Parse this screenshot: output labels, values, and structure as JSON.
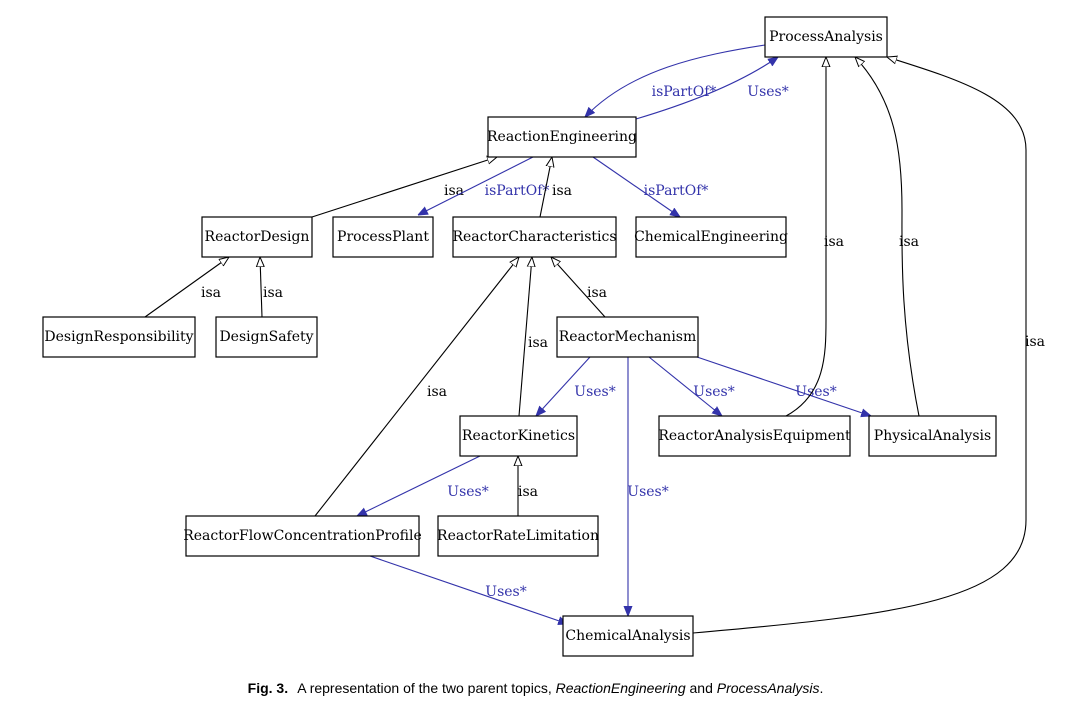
{
  "colors": {
    "isa": "#000000",
    "relation": "#3333aa"
  },
  "nodes": [
    {
      "id": "ProcessAnalysis",
      "label": "ProcessAnalysis"
    },
    {
      "id": "ReactionEngineering",
      "label": "ReactionEngineering"
    },
    {
      "id": "ReactorDesign",
      "label": "ReactorDesign"
    },
    {
      "id": "ProcessPlant",
      "label": "ProcessPlant"
    },
    {
      "id": "ReactorCharacteristics",
      "label": "ReactorCharacteristics"
    },
    {
      "id": "ChemicalEngineering",
      "label": "ChemicalEngineering"
    },
    {
      "id": "DesignResponsibility",
      "label": "DesignResponsibility"
    },
    {
      "id": "DesignSafety",
      "label": "DesignSafety"
    },
    {
      "id": "ReactorMechanism",
      "label": "ReactorMechanism"
    },
    {
      "id": "ReactorKinetics",
      "label": "ReactorKinetics"
    },
    {
      "id": "ReactorAnalysisEquipment",
      "label": "ReactorAnalysisEquipment"
    },
    {
      "id": "PhysicalAnalysis",
      "label": "PhysicalAnalysis"
    },
    {
      "id": "ReactorFlowConcentrationProfile",
      "label": "ReactorFlowConcentrationProfile"
    },
    {
      "id": "ReactorRateLimitation",
      "label": "ReactorRateLimitation"
    },
    {
      "id": "ChemicalAnalysis",
      "label": "ChemicalAnalysis"
    }
  ],
  "edges": [
    {
      "from": "ProcessAnalysis",
      "to": "ReactionEngineering",
      "label": "isPartOf*",
      "kind": "relation"
    },
    {
      "from": "ReactionEngineering",
      "to": "ProcessAnalysis",
      "label": "Uses*",
      "kind": "relation"
    },
    {
      "from": "ReactorDesign",
      "to": "ReactionEngineering",
      "label": "isa",
      "kind": "isa"
    },
    {
      "from": "ReactionEngineering",
      "to": "ProcessPlant",
      "label": "isPartOf*",
      "kind": "relation"
    },
    {
      "from": "ReactorCharacteristics",
      "to": "ReactionEngineering",
      "label": "isa",
      "kind": "isa"
    },
    {
      "from": "ReactionEngineering",
      "to": "ChemicalEngineering",
      "label": "isPartOf*",
      "kind": "relation"
    },
    {
      "from": "DesignResponsibility",
      "to": "ReactorDesign",
      "label": "isa",
      "kind": "isa"
    },
    {
      "from": "DesignSafety",
      "to": "ReactorDesign",
      "label": "isa",
      "kind": "isa"
    },
    {
      "from": "ReactorMechanism",
      "to": "ReactorCharacteristics",
      "label": "isa",
      "kind": "isa"
    },
    {
      "from": "ReactorKinetics",
      "to": "ReactorCharacteristics",
      "label": "isa",
      "kind": "isa"
    },
    {
      "from": "ReactorFlowConcentrationProfile",
      "to": "ReactorCharacteristics",
      "label": "isa",
      "kind": "isa"
    },
    {
      "from": "ReactorMechanism",
      "to": "ReactorKinetics",
      "label": "Uses*",
      "kind": "relation"
    },
    {
      "from": "ReactorMechanism",
      "to": "ReactorAnalysisEquipment",
      "label": "Uses*",
      "kind": "relation"
    },
    {
      "from": "ReactorMechanism",
      "to": "PhysicalAnalysis",
      "label": "Uses*",
      "kind": "relation"
    },
    {
      "from": "ReactorMechanism",
      "to": "ChemicalAnalysis",
      "label": "Uses*",
      "kind": "relation"
    },
    {
      "from": "ReactorAnalysisEquipment",
      "to": "ProcessAnalysis",
      "label": "isa",
      "kind": "isa"
    },
    {
      "from": "PhysicalAnalysis",
      "to": "ProcessAnalysis",
      "label": "isa",
      "kind": "isa"
    },
    {
      "from": "ChemicalAnalysis",
      "to": "ProcessAnalysis",
      "label": "isa",
      "kind": "isa"
    },
    {
      "from": "ReactorKinetics",
      "to": "ReactorFlowConcentrationProfile",
      "label": "Uses*",
      "kind": "relation"
    },
    {
      "from": "ReactorRateLimitation",
      "to": "ReactorKinetics",
      "label": "isa",
      "kind": "isa"
    },
    {
      "from": "ReactorFlowConcentrationProfile",
      "to": "ChemicalAnalysis",
      "label": "Uses*",
      "kind": "relation"
    }
  ],
  "caption": {
    "figure": "Fig. 3.",
    "text_before": "A representation of the two parent topics,",
    "topic_a": "ReactionEngineering",
    "text_mid": "and",
    "topic_b": "ProcessAnalysis",
    "text_after": "."
  }
}
